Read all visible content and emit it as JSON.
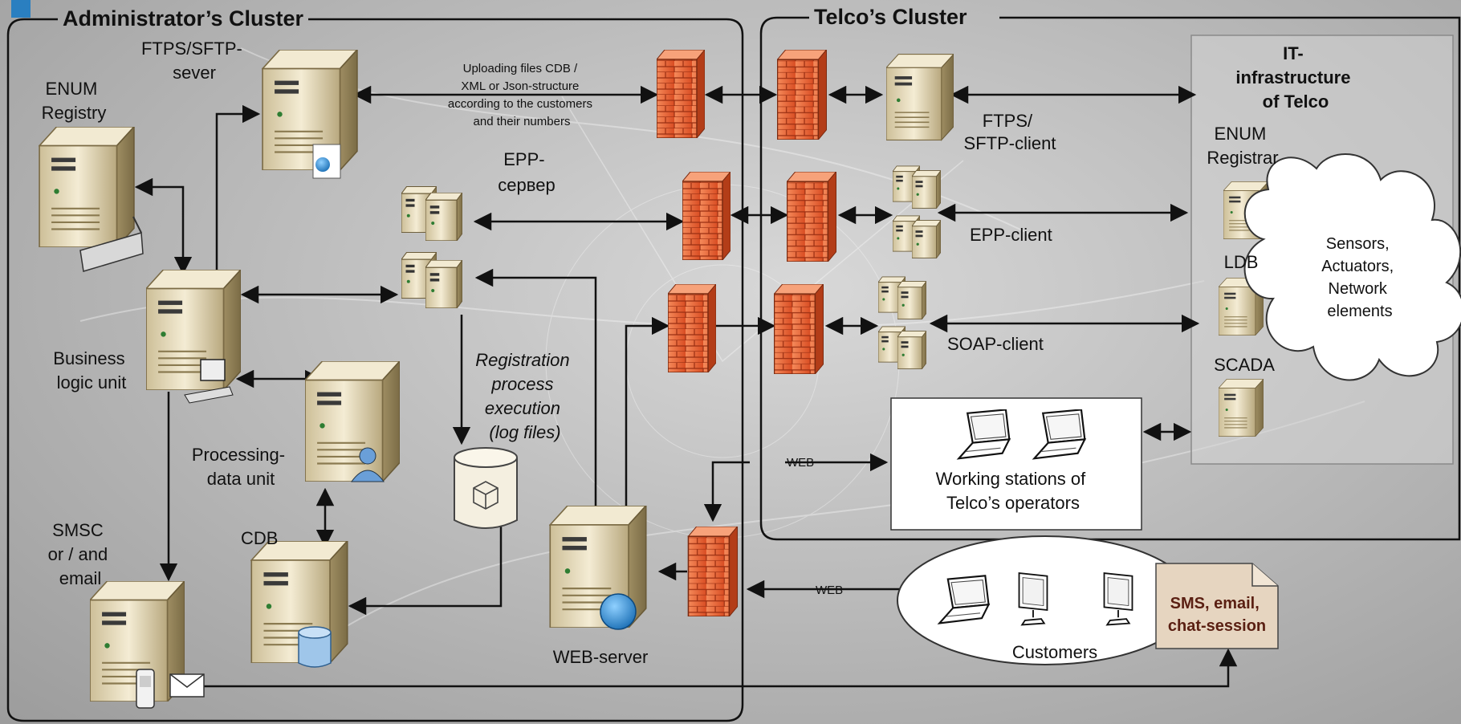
{
  "clusters": {
    "admin_title": "Administrator’s Cluster",
    "telco_title": "Telco’s Cluster"
  },
  "admin": {
    "enum_registry": [
      "ENUM",
      "Registry"
    ],
    "ftps_server": [
      "FTPS/SFTP-",
      "sever"
    ],
    "upload_note": [
      "Uploading files CDB /",
      "XML or Json-structure",
      "according to the customers",
      "and their numbers"
    ],
    "epp_server": [
      "EPP-",
      "сервер"
    ],
    "business_logic": [
      "Business",
      "logic unit"
    ],
    "processing_unit": [
      "Processing-",
      "data unit"
    ],
    "registration_note": [
      "Registration",
      "process",
      "execution",
      "(log files)"
    ],
    "smsc": [
      "SMSC",
      "or / and",
      "email"
    ],
    "cdb": "CDB",
    "web_server": "WEB-server"
  },
  "telco": {
    "ftps_client": [
      "FTPS/",
      "SFTP-client"
    ],
    "epp_client": "EPP-client",
    "soap_client": "SOAP-client",
    "it_infra": [
      "IT-",
      "infrastructure",
      "of Telco"
    ],
    "enum_registrar": [
      "ENUM",
      "Registrar"
    ],
    "ldb": "LDB",
    "scada": "SCADA",
    "cloud": [
      "Sensors,",
      "Actuators,",
      "Network",
      "elements"
    ],
    "workstations": [
      "Working stations of",
      "Telco’s operators"
    ]
  },
  "links": {
    "web_label_1": "WEB",
    "web_label_2": "WEB"
  },
  "customers": {
    "label": "Customers",
    "note": [
      "SMS, email,",
      "chat-session"
    ]
  },
  "colors": {
    "firewall": "#e8643a",
    "server_body": "#e6d9b6",
    "note_fill": "#e6d5c0",
    "note_text": "#5a1f12",
    "accent_corner": "#2a7fc0"
  }
}
